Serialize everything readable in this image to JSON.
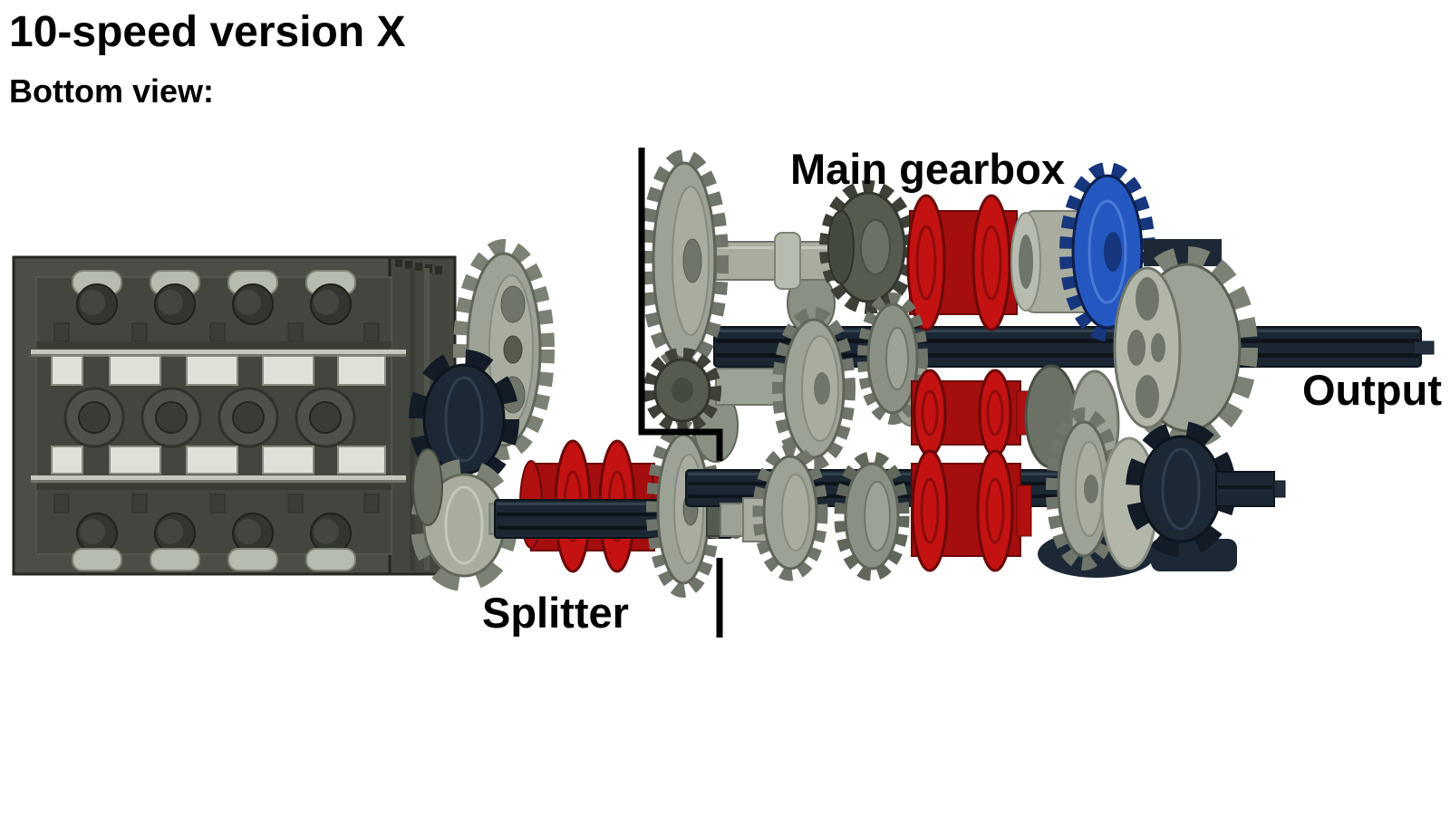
{
  "header": {
    "title": "10-speed version X",
    "subtitle": "Bottom view:"
  },
  "labels": {
    "main_gearbox": "Main gearbox",
    "splitter": "Splitter",
    "output": "Output"
  },
  "colors": {
    "background": "#ffffff",
    "text": "#000000",
    "divider": "#000000",
    "red": "#c41212",
    "red_dark": "#a50e0e",
    "red_outline": "#6b0808",
    "blue": "#2457c0",
    "blue_dark": "#16367e",
    "navy": "#1c2835",
    "axle": "#1b2733",
    "gray_light": "#b2b7aa",
    "gray": "#9ca295",
    "gray_mid": "#8a9084",
    "gray_dark": "#565b50",
    "engine_body": "#4a4e47",
    "engine_recess": "#42463f",
    "stud": "#b7bcb0",
    "window": "#dde1d7"
  }
}
